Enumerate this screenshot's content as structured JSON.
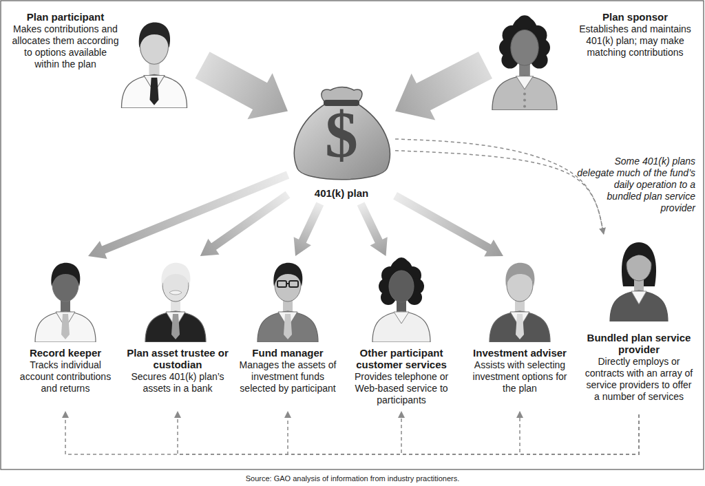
{
  "diagram": {
    "caption": "Source: GAO analysis of information from industry practitioners.",
    "nodes": [
      {
        "text": [
          "Plan participant",
          "Makes contributions and allocates them according to options available within the plan"
        ]
      },
      {
        "text": [
          "Plan sponsor",
          "Establishes and maintains 401(k) plan; may make matching contributions"
        ]
      },
      {
        "text": [
          "$",
          "401(k) plan"
        ]
      },
      {
        "text": [
          "Record keeper",
          "Tracks individual account contributions and returns"
        ]
      },
      {
        "text": [
          "Plan asset trustee or custodian",
          "Secures 401(k) plan’s assets in a bank"
        ]
      },
      {
        "text": [
          "Fund manager",
          "Manages the assets of investment funds selected by participant"
        ]
      },
      {
        "text": [
          "Other participant customer services",
          "Provides telephone or Web-based service to participants"
        ]
      },
      {
        "text": [
          "Investment adviser",
          "Assists with selecting investment options for the plan"
        ]
      },
      {
        "text": [
          "Bundled plan service provider",
          "Directly employs or contracts with an array of service providers to offer a number of services"
        ]
      }
    ],
    "edges": [
      {
        "from": 0,
        "to": 2,
        "arrow": "to"
      },
      {
        "from": 1,
        "to": 2,
        "arrow": "to"
      },
      {
        "from": 2,
        "to": 3,
        "arrow": "to"
      },
      {
        "from": 2,
        "to": 4,
        "arrow": "to"
      },
      {
        "from": 2,
        "to": 5,
        "arrow": "to"
      },
      {
        "from": 2,
        "to": 6,
        "arrow": "to"
      },
      {
        "from": 2,
        "to": 7,
        "arrow": "to"
      },
      {
        "from": 2,
        "to": 8,
        "label": "Some 401(k) plans delegate much of the fund’s daily operation to a bundled plan service provider",
        "arrow": "to"
      },
      {
        "from": 8,
        "to": 3,
        "arrow": "to"
      },
      {
        "from": 8,
        "to": 4,
        "arrow": "to"
      },
      {
        "from": 8,
        "to": 5,
        "arrow": "to"
      },
      {
        "from": 8,
        "to": 6,
        "arrow": "to"
      },
      {
        "from": 8,
        "to": 7,
        "arrow": "to"
      }
    ]
  }
}
